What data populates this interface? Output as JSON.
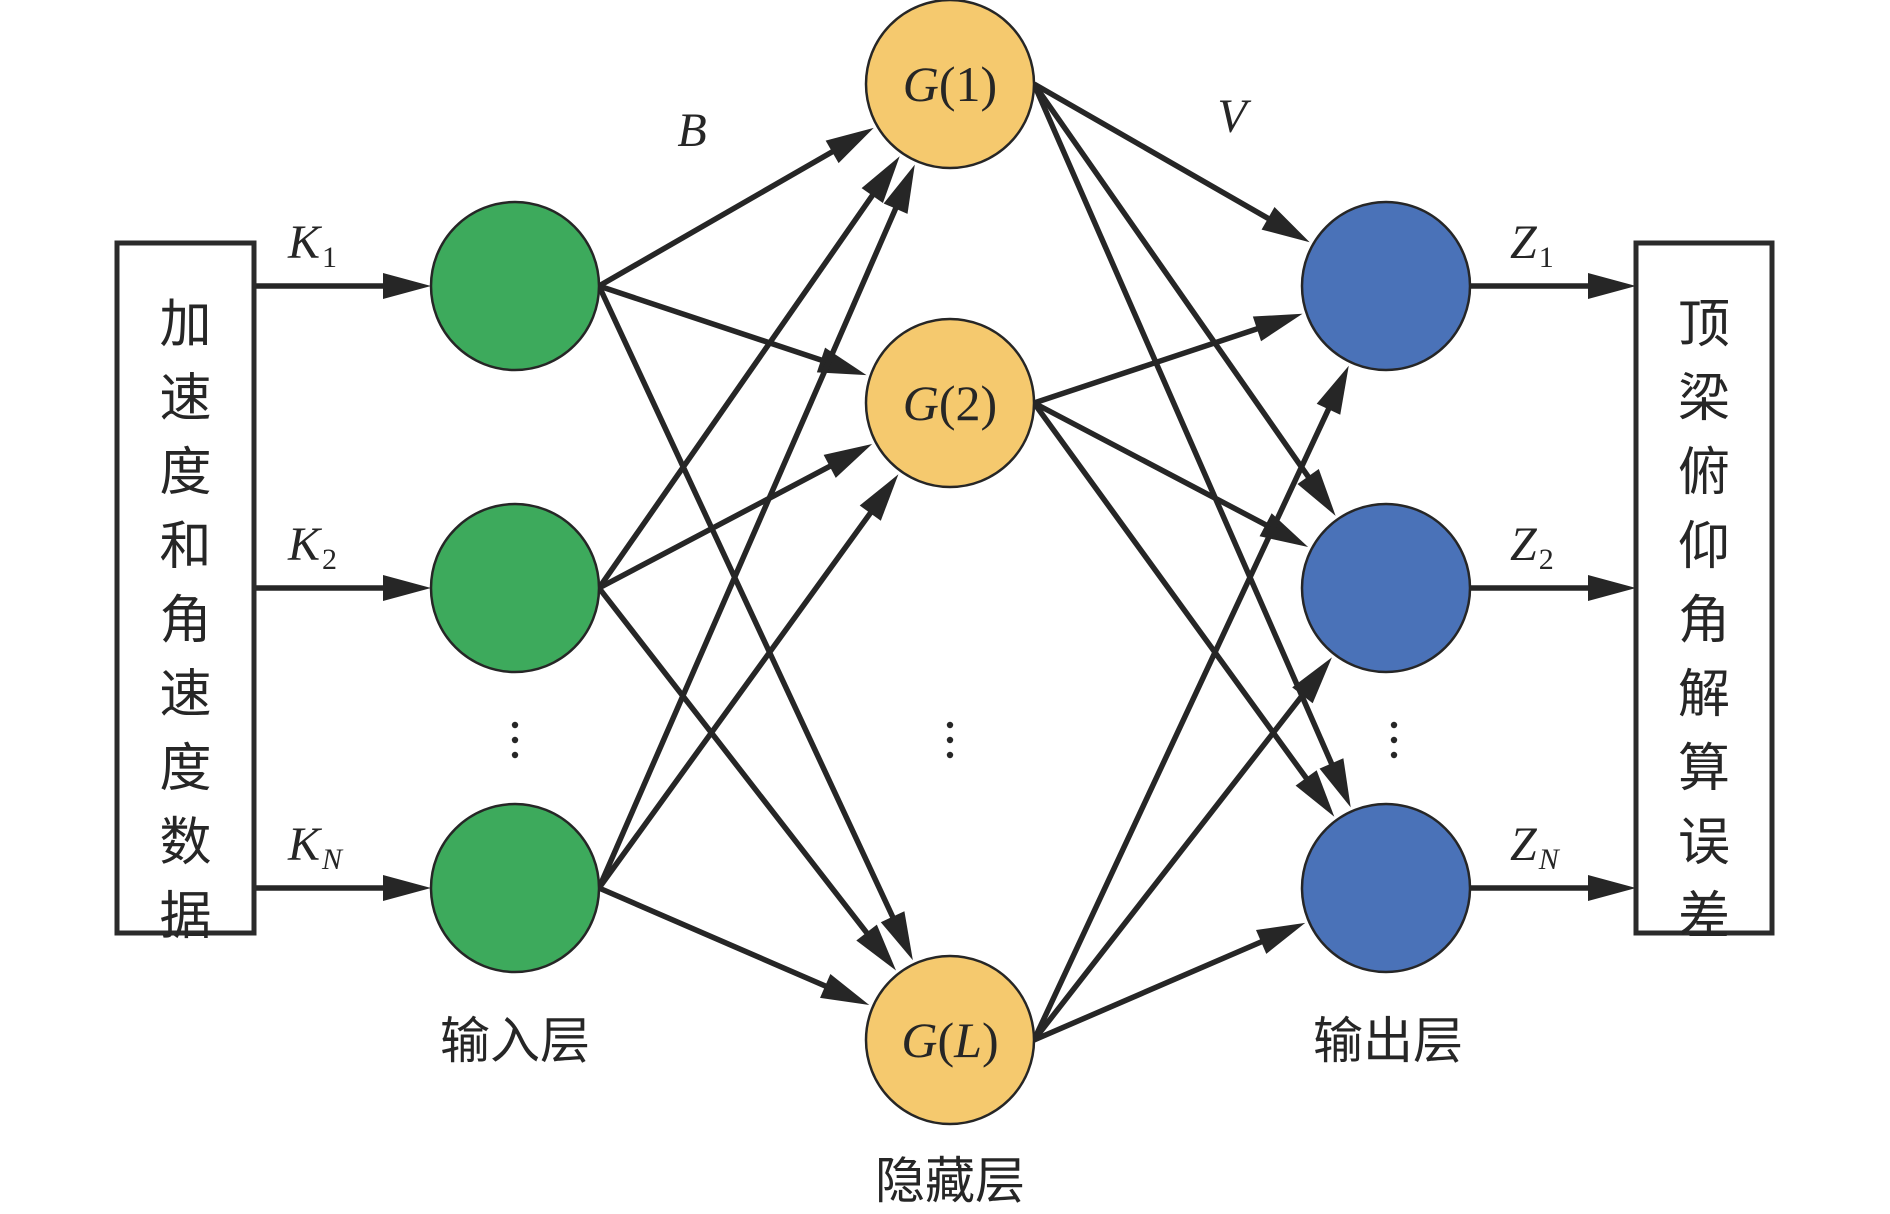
{
  "title": "BP neural network structure for roof beam pitch angle error calculation",
  "input_box": {
    "text": "加速度和角速度数据",
    "meaning": "Acceleration and angular velocity data"
  },
  "output_box": {
    "text": "顶梁俯仰角解算误差",
    "meaning": "Roof beam pitch angle calculation error"
  },
  "layers": {
    "input": {
      "label": "输入层",
      "color": "#3DAA5C",
      "nodes": [
        "",
        "",
        ""
      ],
      "ellipsis": "⋮"
    },
    "hidden": {
      "label": "隐藏层",
      "color": "#F5C96E",
      "nodes": [
        {
          "main": "G",
          "arg": "1",
          "arg_italic": false
        },
        {
          "main": "G",
          "arg": "2",
          "arg_italic": false
        },
        {
          "main": "G",
          "arg": "L",
          "arg_italic": true
        }
      ],
      "ellipsis": "⋮"
    },
    "output": {
      "label": "输出层",
      "color": "#4A72B8",
      "nodes": [
        "",
        "",
        ""
      ],
      "ellipsis": "⋮"
    }
  },
  "input_signals": [
    {
      "main": "K",
      "sub": "1"
    },
    {
      "main": "K",
      "sub": "2"
    },
    {
      "main": "K",
      "sub": "N",
      "sub_italic": true
    }
  ],
  "output_signals": [
    {
      "main": "Z",
      "sub": "1"
    },
    {
      "main": "Z",
      "sub": "2"
    },
    {
      "main": "Z",
      "sub": "N",
      "sub_italic": true
    }
  ],
  "weights": {
    "input_hidden": "B",
    "hidden_output": "V"
  },
  "connections": "fully-connected input→hidden and hidden→output"
}
